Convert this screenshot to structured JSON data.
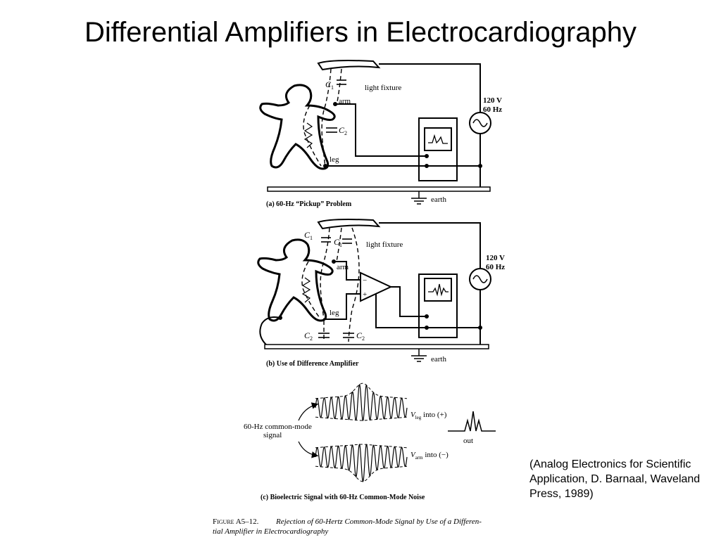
{
  "slide_title": "Differential Amplifiers in Electrocardiography",
  "panel_a": {
    "caption": "(a) 60-Hz “Pickup” Problem",
    "c1": "C",
    "c1_sub": "1",
    "c2": "C",
    "c2_sub": "2",
    "light_fixture": "light fixture",
    "arm": "arm",
    "leg": "leg",
    "earth": "earth",
    "source_voltage": "120 V",
    "source_freq": "60 Hz"
  },
  "panel_b": {
    "caption": "(b) Use of Difference Amplifier",
    "c1_left": "C",
    "c1_left_sub": "1",
    "c1_right": "C",
    "c1_right_sub": "1",
    "c2_left": "C",
    "c2_left_sub": "2",
    "c2_right": "C",
    "c2_right_sub": "2",
    "light_fixture": "light fixture",
    "arm": "arm",
    "leg": "leg",
    "earth": "earth",
    "minus": "−",
    "plus": "+",
    "source_voltage": "120 V",
    "source_freq": "60 Hz"
  },
  "panel_c": {
    "caption": "(c) Bioelectric Signal with 60-Hz Common-Mode Noise",
    "common_mode_line1": "60-Hz common-mode",
    "common_mode_line2": "signal",
    "vleg_v": "V",
    "vleg_sub": "leg",
    "vleg_rest": " into (+)",
    "varm_v": "V",
    "varm_sub": "arm",
    "varm_rest": " into (−)",
    "out": "out"
  },
  "figure_caption": {
    "label": "Figure A5–12.",
    "line1": "Rejection of 60-Hertz Common-Mode Signal by Use of a Differen-",
    "line2": "tial Amplifier in Electrocardiography"
  },
  "citation": {
    "line1": "(Analog Electronics for Scientific",
    "line2": "Application, D. Barnaal, Waveland",
    "line3": "Press, 1989)"
  }
}
